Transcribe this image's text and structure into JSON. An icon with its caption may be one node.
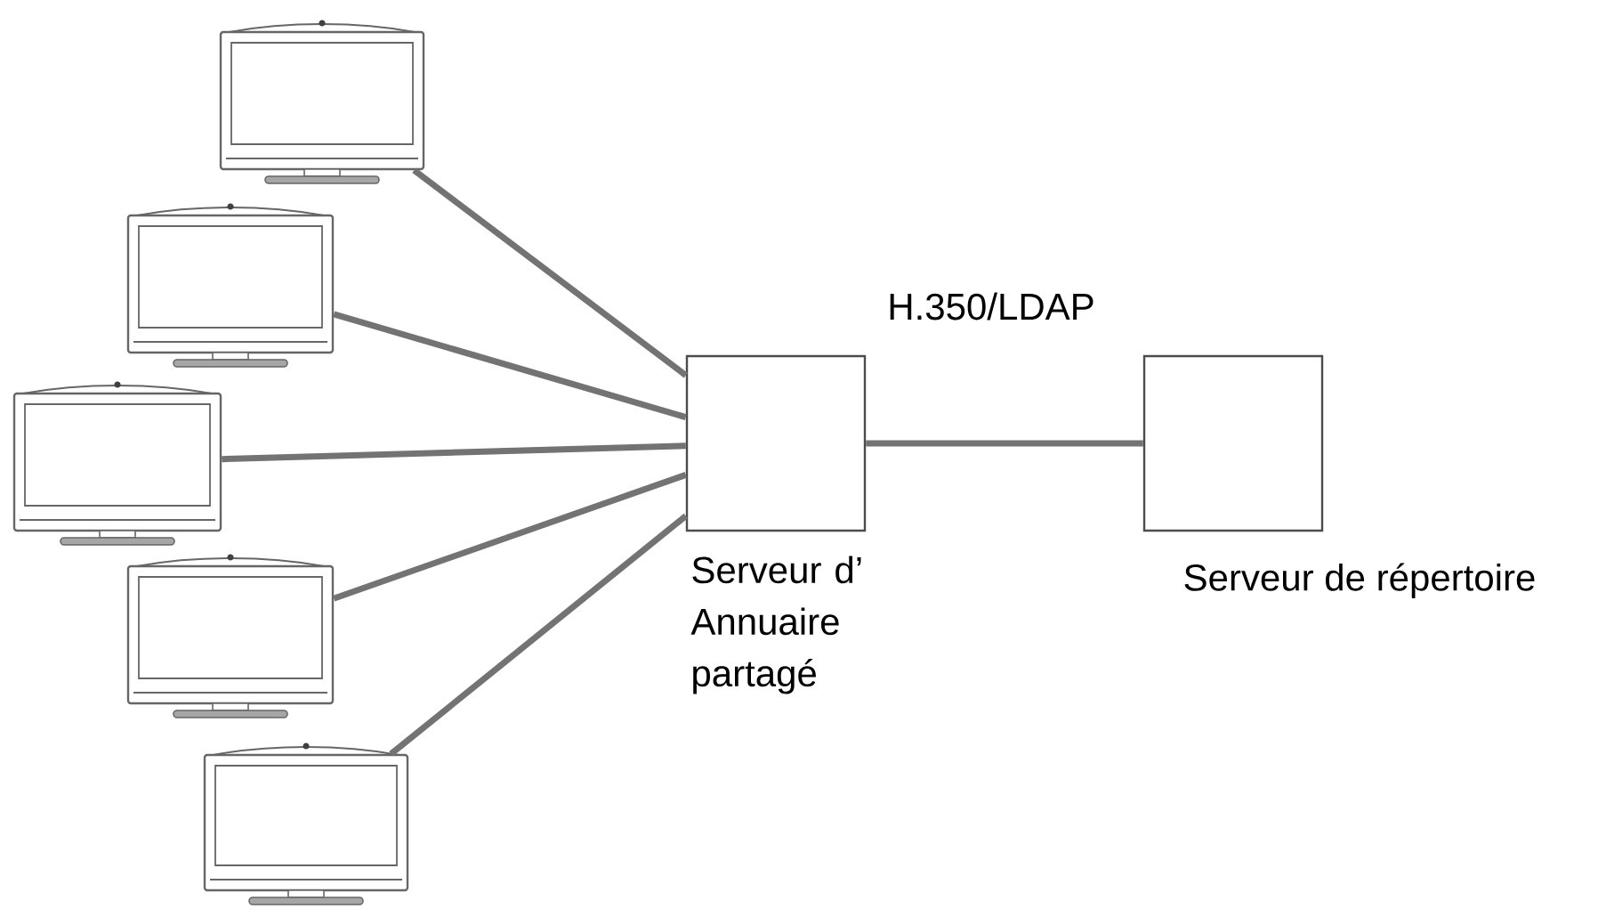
{
  "diagram": {
    "nodes": [
      {
        "text": [],
        "shape": "monitor"
      },
      {
        "text": [],
        "shape": "monitor"
      },
      {
        "text": [],
        "shape": "monitor"
      },
      {
        "text": [],
        "shape": "monitor"
      },
      {
        "text": [],
        "shape": "monitor"
      },
      {
        "text": [
          "Serveur d’ Annuaire partagé"
        ]
      },
      {
        "text": [
          "Serveur de répertoire"
        ]
      }
    ],
    "edges": [
      {
        "from": 0,
        "to": 5,
        "arrow": "none"
      },
      {
        "from": 1,
        "to": 5,
        "arrow": "none"
      },
      {
        "from": 2,
        "to": 5,
        "arrow": "none"
      },
      {
        "from": 3,
        "to": 5,
        "arrow": "none"
      },
      {
        "from": 4,
        "to": 5,
        "arrow": "none"
      },
      {
        "from": 5,
        "to": 6,
        "arrow": "none",
        "label": "H.350/LDAP"
      }
    ]
  }
}
